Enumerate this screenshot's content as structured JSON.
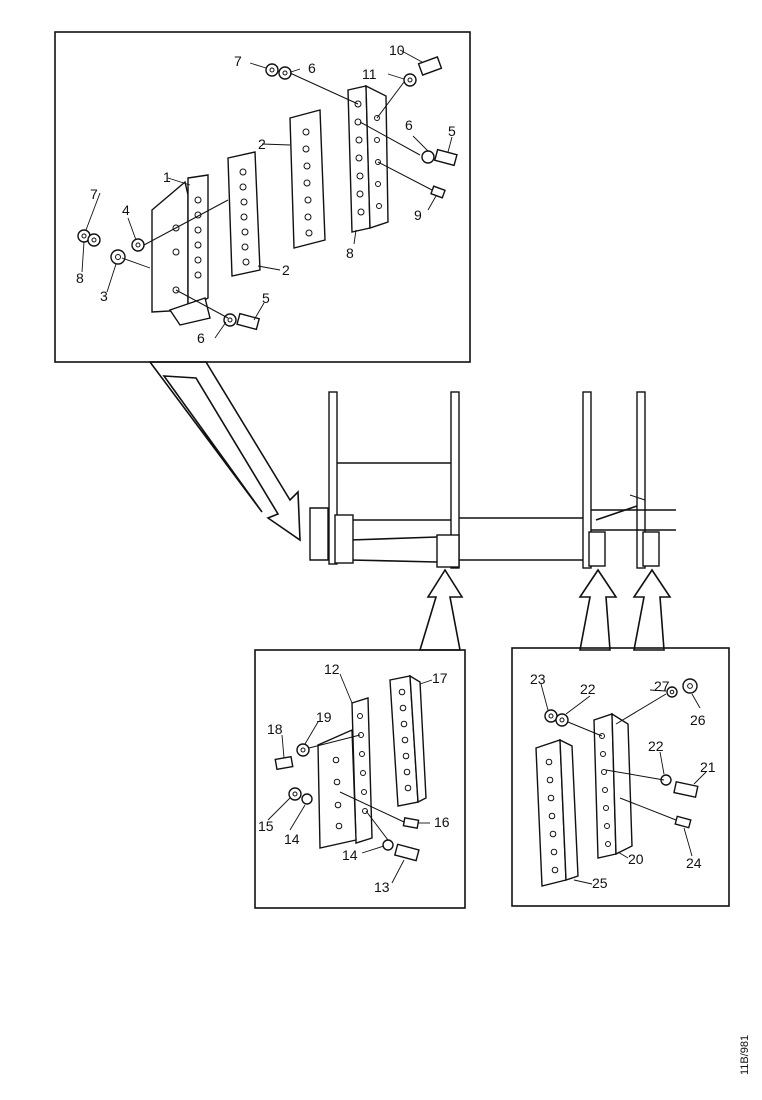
{
  "figure_id": "11B/981",
  "callouts": {
    "top_panel": [
      {
        "id": "c1",
        "text": "1"
      },
      {
        "id": "c2a",
        "text": "2"
      },
      {
        "id": "c2b",
        "text": "2"
      },
      {
        "id": "c3",
        "text": "3"
      },
      {
        "id": "c4",
        "text": "4"
      },
      {
        "id": "c5a",
        "text": "5"
      },
      {
        "id": "c5b",
        "text": "5"
      },
      {
        "id": "c6a",
        "text": "6"
      },
      {
        "id": "c6b",
        "text": "6"
      },
      {
        "id": "c6c",
        "text": "6"
      },
      {
        "id": "c7a",
        "text": "7"
      },
      {
        "id": "c7b",
        "text": "7"
      },
      {
        "id": "c8a",
        "text": "8"
      },
      {
        "id": "c8b",
        "text": "8"
      },
      {
        "id": "c9",
        "text": "9"
      },
      {
        "id": "c10",
        "text": "10"
      },
      {
        "id": "c11",
        "text": "11"
      }
    ],
    "bottom_left_panel": [
      {
        "id": "c12",
        "text": "12"
      },
      {
        "id": "c13",
        "text": "13"
      },
      {
        "id": "c14a",
        "text": "14"
      },
      {
        "id": "c14b",
        "text": "14"
      },
      {
        "id": "c15",
        "text": "15"
      },
      {
        "id": "c16",
        "text": "16"
      },
      {
        "id": "c17",
        "text": "17"
      },
      {
        "id": "c18",
        "text": "18"
      },
      {
        "id": "c19",
        "text": "19"
      }
    ],
    "bottom_right_panel": [
      {
        "id": "c20",
        "text": "20"
      },
      {
        "id": "c21",
        "text": "21"
      },
      {
        "id": "c22a",
        "text": "22"
      },
      {
        "id": "c22b",
        "text": "22"
      },
      {
        "id": "c23",
        "text": "23"
      },
      {
        "id": "c24",
        "text": "24"
      },
      {
        "id": "c25",
        "text": "25"
      },
      {
        "id": "c26",
        "text": "26"
      },
      {
        "id": "c27",
        "text": "27"
      }
    ]
  }
}
